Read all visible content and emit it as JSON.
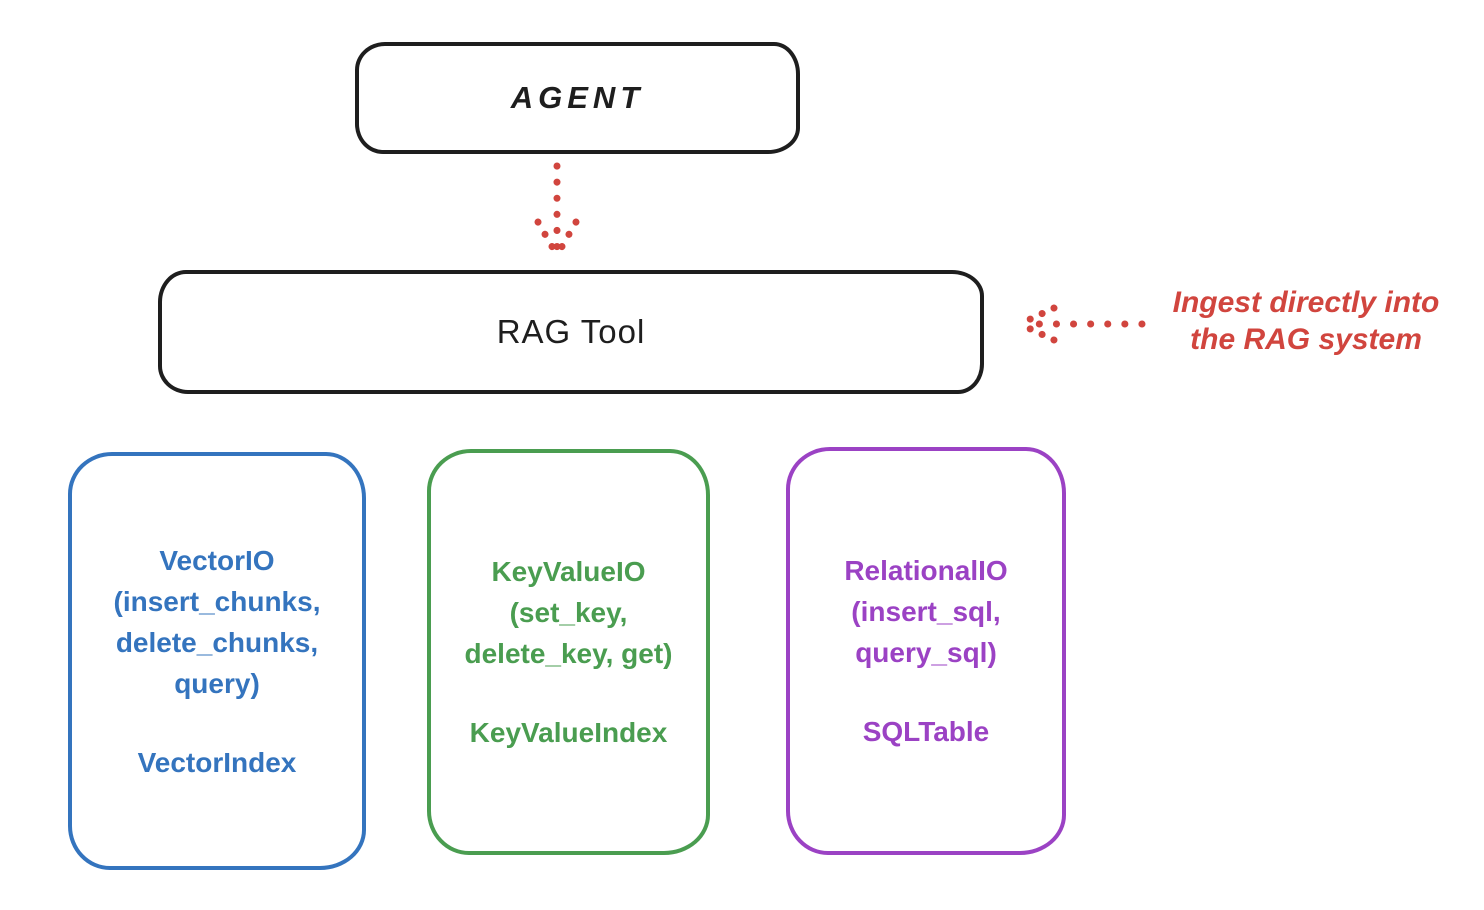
{
  "agent": {
    "label": "AGENT"
  },
  "rag_tool": {
    "label": "RAG Tool"
  },
  "ingest_note": {
    "line1": "Ingest directly into",
    "line2": "the RAG system"
  },
  "io_boxes": [
    {
      "id": "vector-io",
      "color": "#3474be",
      "lines": [
        "VectorIO",
        "(insert_chunks,",
        "delete_chunks,",
        "query)"
      ],
      "footer": "VectorIndex"
    },
    {
      "id": "keyvalue-io",
      "color": "#4a9d50",
      "lines": [
        "KeyValueIO",
        "(set_key,",
        "delete_key, get)"
      ],
      "footer": "KeyValueIndex"
    },
    {
      "id": "relational-io",
      "color": "#9b42c4",
      "lines": [
        "RelationalIO",
        "(insert_sql,",
        "query_sql)"
      ],
      "footer": "SQLTable"
    }
  ],
  "colors": {
    "outline": "#1e1e1e",
    "arrow_red": "#d1453e",
    "vector_blue": "#3474be",
    "keyvalue_green": "#4a9d50",
    "relational_purple": "#9b42c4",
    "background": "#ffffff"
  }
}
